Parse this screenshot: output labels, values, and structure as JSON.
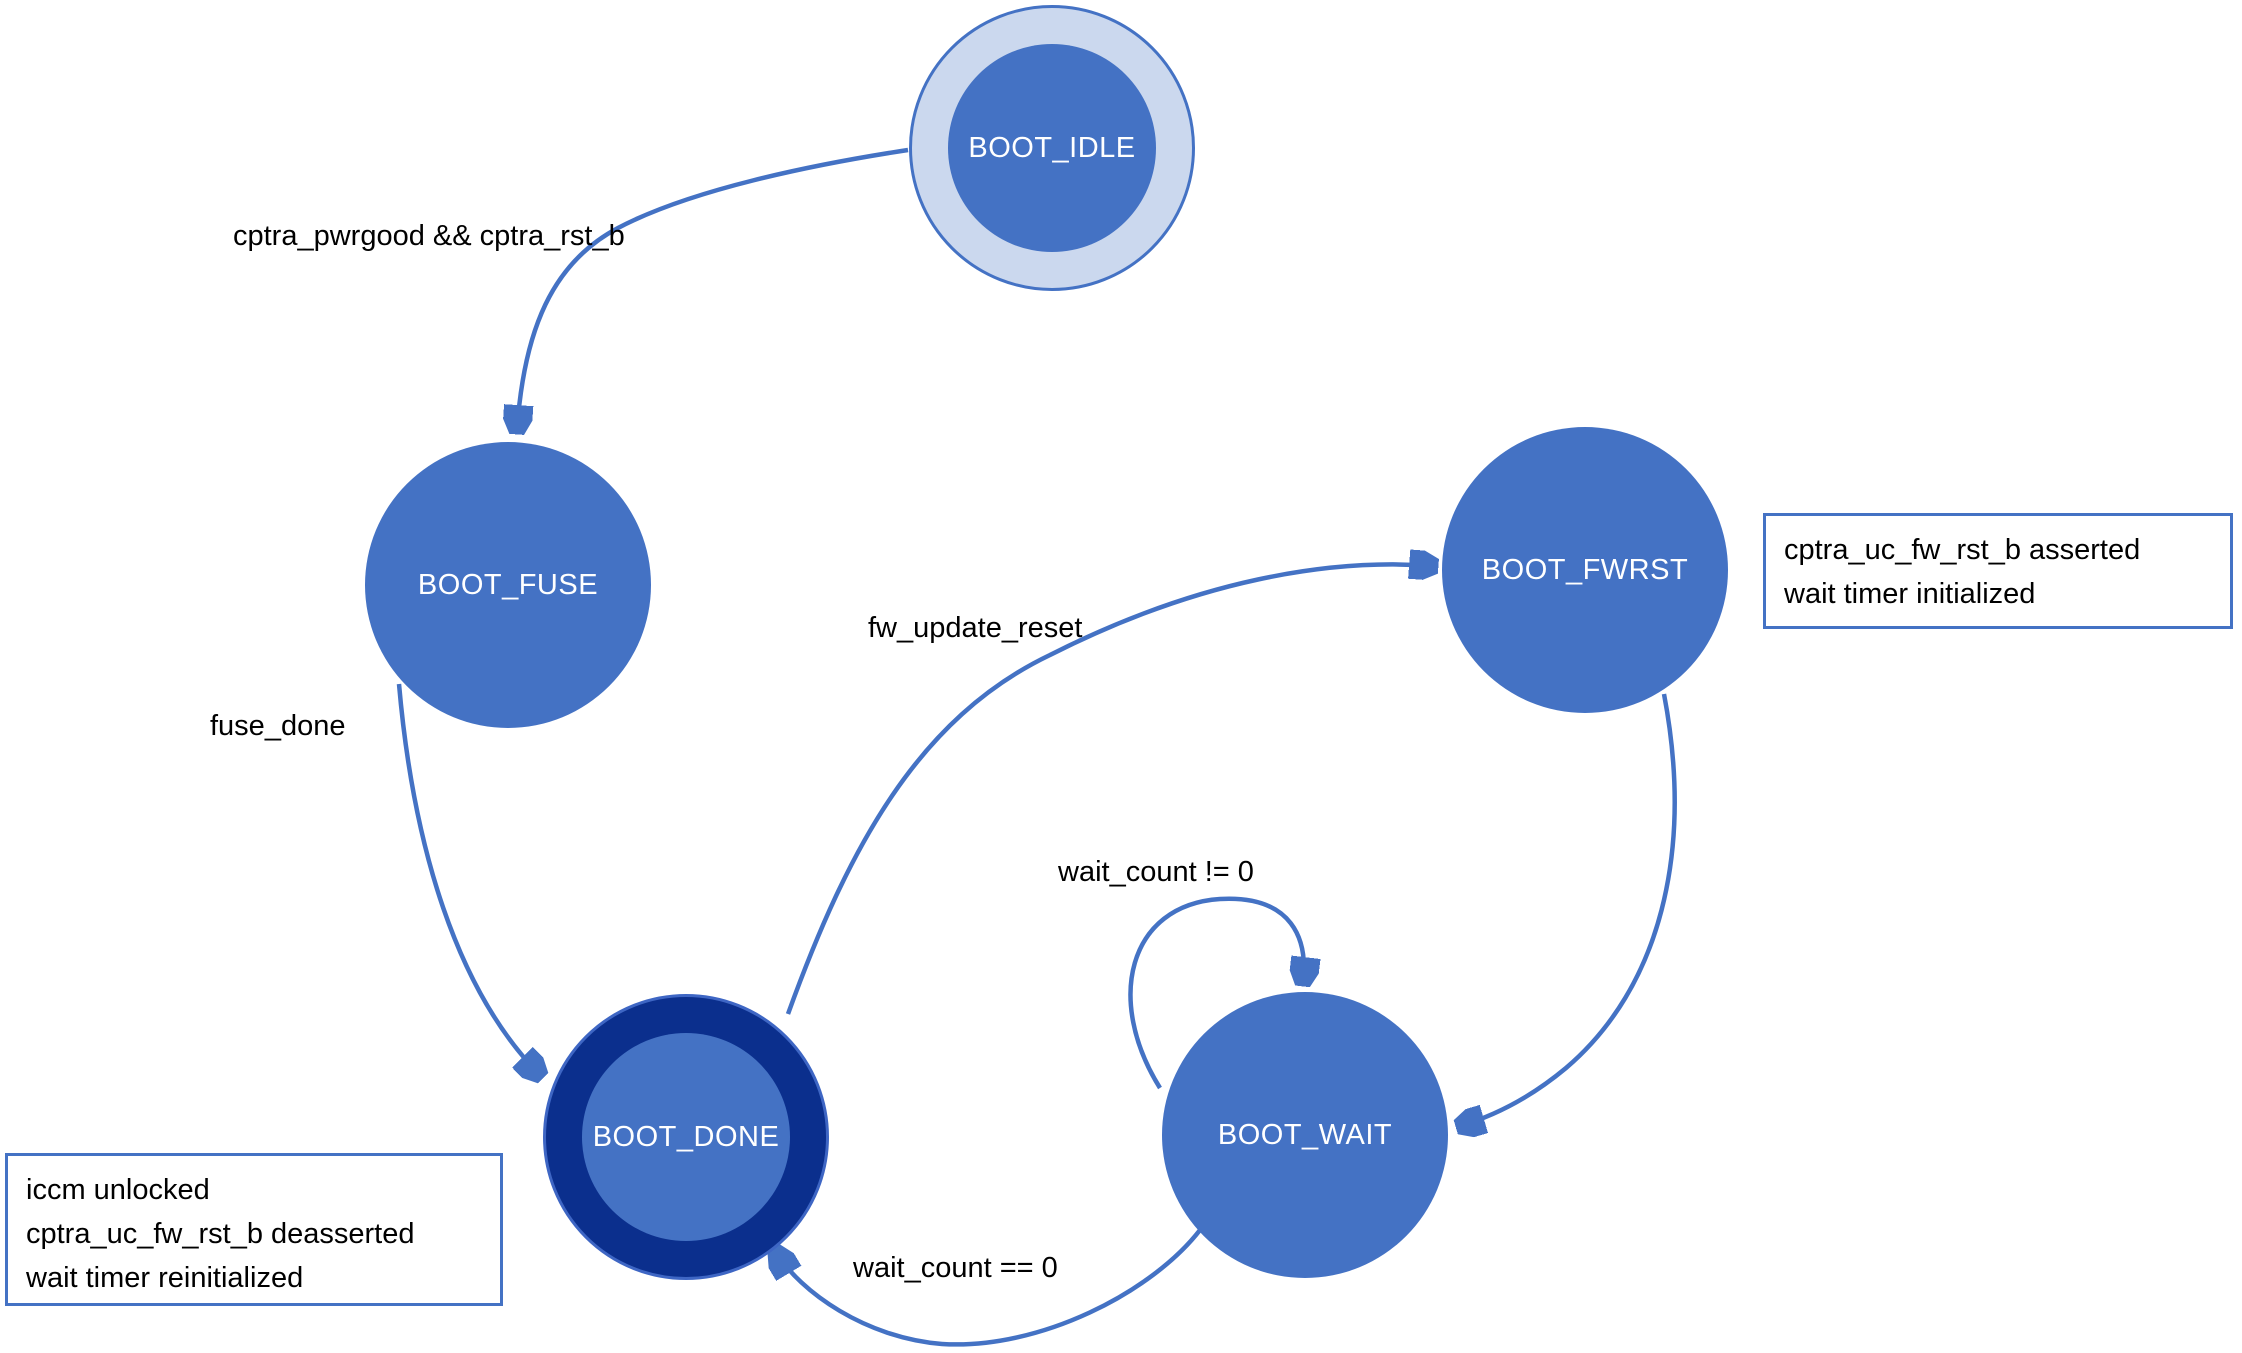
{
  "diagram": {
    "states": [
      {
        "id": "boot-idle",
        "label": "BOOT_IDLE",
        "style": "initial-double-ring"
      },
      {
        "id": "boot-fuse",
        "label": "BOOT_FUSE",
        "style": "solid"
      },
      {
        "id": "boot-fwrst",
        "label": "BOOT_FWRST",
        "style": "solid"
      },
      {
        "id": "boot-done",
        "label": "BOOT_DONE",
        "style": "final-double-ring"
      },
      {
        "id": "boot-wait",
        "label": "BOOT_WAIT",
        "style": "solid"
      }
    ],
    "transitions": [
      {
        "from": "BOOT_IDLE",
        "to": "BOOT_FUSE",
        "label": "cptra_pwrgood && cptra_rst_b"
      },
      {
        "from": "BOOT_FUSE",
        "to": "BOOT_DONE",
        "label": "fuse_done"
      },
      {
        "from": "BOOT_DONE",
        "to": "BOOT_FWRST",
        "label": "fw_update_reset"
      },
      {
        "from": "BOOT_FWRST",
        "to": "BOOT_WAIT",
        "label": ""
      },
      {
        "from": "BOOT_WAIT",
        "to": "BOOT_WAIT",
        "label": "wait_count != 0"
      },
      {
        "from": "BOOT_WAIT",
        "to": "BOOT_DONE",
        "label": "wait_count == 0"
      }
    ],
    "annotations": [
      {
        "id": "fwrst-note",
        "lines": [
          "cptra_uc_fw_rst_b asserted",
          "wait timer initialized"
        ]
      },
      {
        "id": "done-note",
        "lines": [
          "iccm unlocked",
          "cptra_uc_fw_rst_b deasserted",
          "wait timer reinitialized"
        ]
      }
    ],
    "colors": {
      "state_fill": "#4472C4",
      "idle_ring_fill": "#CBD8EE",
      "done_ring_fill": "#0B2F8D",
      "ring_border": "#4472C4",
      "arrow": "#4472C4",
      "state_text": "#FFFFFF",
      "label_text": "#000000",
      "annotation_border": "#4472C4",
      "background": "#FFFFFF"
    }
  }
}
